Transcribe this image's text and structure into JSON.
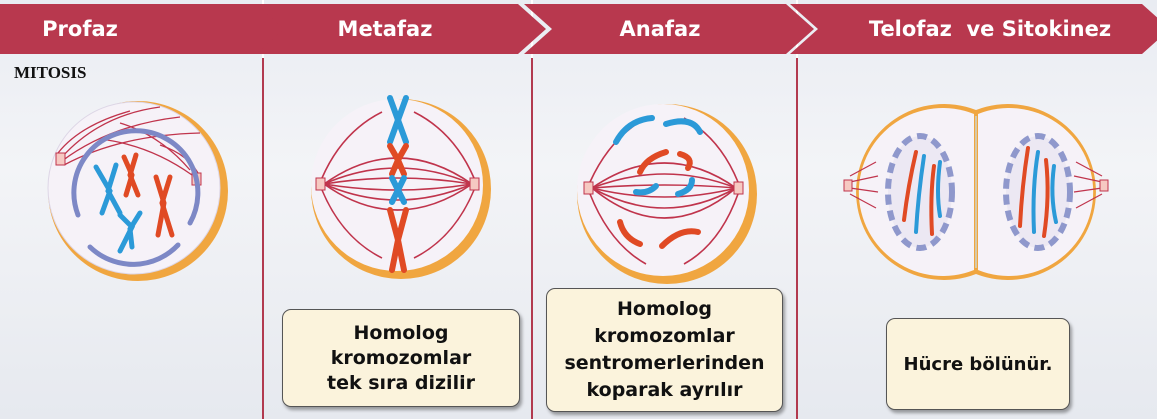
{
  "diagram": {
    "title": "MITOSIS",
    "phases": [
      {
        "label": "Profaz"
      },
      {
        "label": "Metafaz"
      },
      {
        "label": "Anafaz"
      },
      {
        "label": "Telofaz  ve Sitokinez"
      }
    ],
    "notes": {
      "metafaz": [
        "Homolog",
        "kromozomlar",
        "tek sıra dizilir"
      ],
      "anafaz": [
        "Homolog",
        "kromozomlar",
        "sentromerlerinden",
        "koparak ayrılır"
      ],
      "telofaz": [
        "Hücre bölünür."
      ]
    },
    "colors": {
      "banner": "#b8384e",
      "chromosome_blue": "#2b9ad8",
      "chromosome_red": "#e04a24",
      "spindle": "#c0344c",
      "membrane": "#f0a640",
      "nucleus_envelope": "#7d88c6",
      "note_fill": "#fbf3dc"
    }
  }
}
